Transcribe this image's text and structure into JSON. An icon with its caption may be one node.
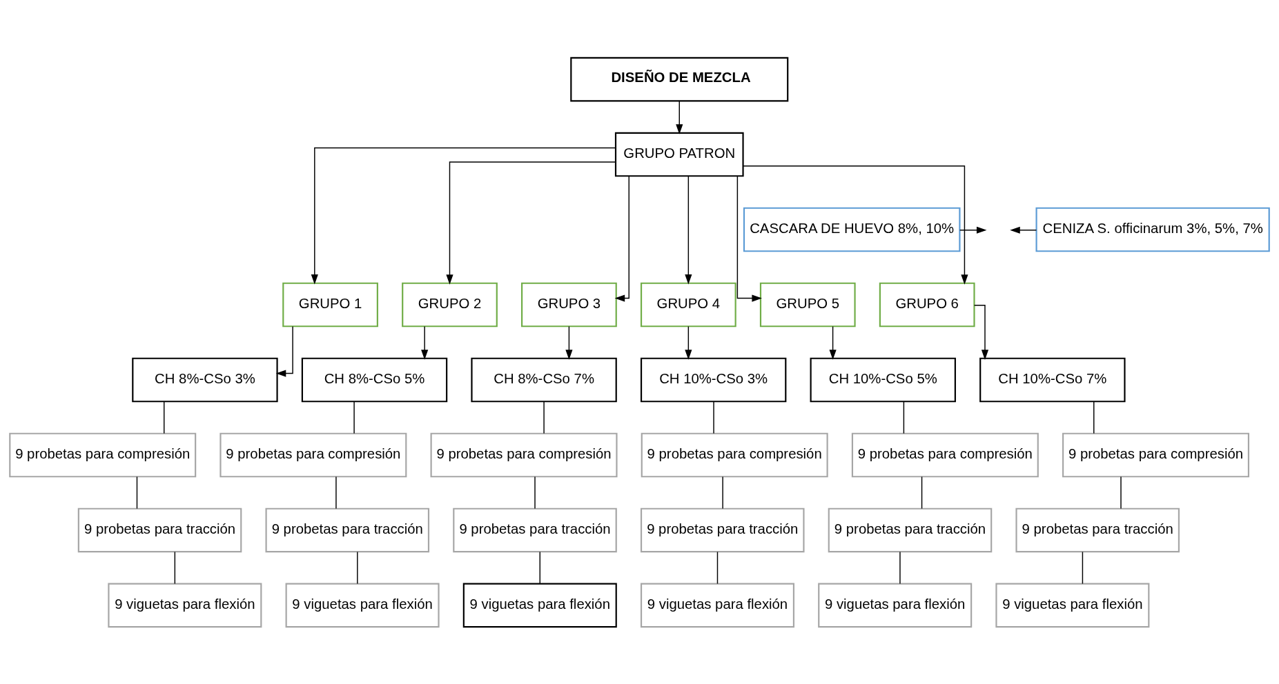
{
  "diagram": {
    "nodes": [
      {
        "text": [
          "DISEÑO DE MEZCLA"
        ]
      },
      {
        "text": [
          "GRUPO PATRON"
        ]
      },
      {
        "text": [
          "CASCARA DE HUEVO 8%, 10%"
        ]
      },
      {
        "text": [
          "CENIZA S. officinarum 3%, 5%, 7%"
        ]
      },
      {
        "text": [
          "GRUPO 1"
        ]
      },
      {
        "text": [
          "GRUPO 2"
        ]
      },
      {
        "text": [
          "GRUPO 3"
        ]
      },
      {
        "text": [
          "GRUPO 4"
        ]
      },
      {
        "text": [
          "GRUPO 5"
        ]
      },
      {
        "text": [
          "GRUPO 6"
        ]
      },
      {
        "text": [
          "CH 8%-CSo 3%"
        ]
      },
      {
        "text": [
          "CH 8%-CSo 5%"
        ]
      },
      {
        "text": [
          "CH 8%-CSo 7%"
        ]
      },
      {
        "text": [
          "CH 10%-CSo 3%"
        ]
      },
      {
        "text": [
          "CH 10%-CSo 5%"
        ]
      },
      {
        "text": [
          "CH 10%-CSo 7%"
        ]
      },
      {
        "text": [
          "9 probetas para compresión"
        ]
      },
      {
        "text": [
          "9 probetas para compresión"
        ]
      },
      {
        "text": [
          "9 probetas para compresión"
        ]
      },
      {
        "text": [
          "9 probetas para compresión"
        ]
      },
      {
        "text": [
          "9 probetas para compresión"
        ]
      },
      {
        "text": [
          "9 probetas para compresión"
        ]
      },
      {
        "text": [
          "9 probetas para tracción"
        ]
      },
      {
        "text": [
          "9 probetas para tracción"
        ]
      },
      {
        "text": [
          "9 probetas para tracción"
        ]
      },
      {
        "text": [
          "9 probetas para tracción"
        ]
      },
      {
        "text": [
          "9 probetas para tracción"
        ]
      },
      {
        "text": [
          "9 probetas para tracción"
        ]
      },
      {
        "text": [
          "9 viguetas para flexión"
        ]
      },
      {
        "text": [
          "9 viguetas para flexión"
        ]
      },
      {
        "text": [
          "9 viguetas para flexión"
        ]
      },
      {
        "text": [
          "9 viguetas para flexión"
        ]
      },
      {
        "text": [
          "9 viguetas para flexión"
        ]
      },
      {
        "text": [
          "9 viguetas para flexión"
        ]
      }
    ],
    "edges": [
      {
        "from": 0,
        "to": 1,
        "arrow": "to"
      },
      {
        "from": 2,
        "to": null,
        "arrow": "to"
      },
      {
        "from": 3,
        "to": null,
        "arrow": "to"
      },
      {
        "from": 1,
        "to": 4,
        "arrow": "to"
      },
      {
        "from": 1,
        "to": 5,
        "arrow": "to"
      },
      {
        "from": 1,
        "to": 6,
        "arrow": "to"
      },
      {
        "from": 1,
        "to": 7,
        "arrow": "to"
      },
      {
        "from": 1,
        "to": 8,
        "arrow": "to"
      },
      {
        "from": 1,
        "to": 9,
        "arrow": "to"
      },
      {
        "from": 4,
        "to": 10,
        "arrow": "to"
      },
      {
        "from": 5,
        "to": 11,
        "arrow": "to"
      },
      {
        "from": 6,
        "to": 12,
        "arrow": "to"
      },
      {
        "from": 7,
        "to": 13,
        "arrow": "to"
      },
      {
        "from": 8,
        "to": 14,
        "arrow": "to"
      },
      {
        "from": 9,
        "to": 15,
        "arrow": "to"
      },
      {
        "from": 10,
        "to": 16,
        "arrow": "none"
      },
      {
        "from": 11,
        "to": 17,
        "arrow": "none"
      },
      {
        "from": 12,
        "to": 18,
        "arrow": "none"
      },
      {
        "from": 13,
        "to": 19,
        "arrow": "none"
      },
      {
        "from": 14,
        "to": 20,
        "arrow": "none"
      },
      {
        "from": 15,
        "to": 21,
        "arrow": "none"
      },
      {
        "from": 16,
        "to": 22,
        "arrow": "none"
      },
      {
        "from": 17,
        "to": 23,
        "arrow": "none"
      },
      {
        "from": 18,
        "to": 24,
        "arrow": "none"
      },
      {
        "from": 19,
        "to": 25,
        "arrow": "none"
      },
      {
        "from": 20,
        "to": 26,
        "arrow": "none"
      },
      {
        "from": 21,
        "to": 27,
        "arrow": "none"
      },
      {
        "from": 22,
        "to": 28,
        "arrow": "none"
      },
      {
        "from": 23,
        "to": 29,
        "arrow": "none"
      },
      {
        "from": 24,
        "to": 30,
        "arrow": "none"
      },
      {
        "from": 25,
        "to": 31,
        "arrow": "none"
      },
      {
        "from": 26,
        "to": 32,
        "arrow": "none"
      },
      {
        "from": 27,
        "to": 33,
        "arrow": "none"
      }
    ]
  }
}
